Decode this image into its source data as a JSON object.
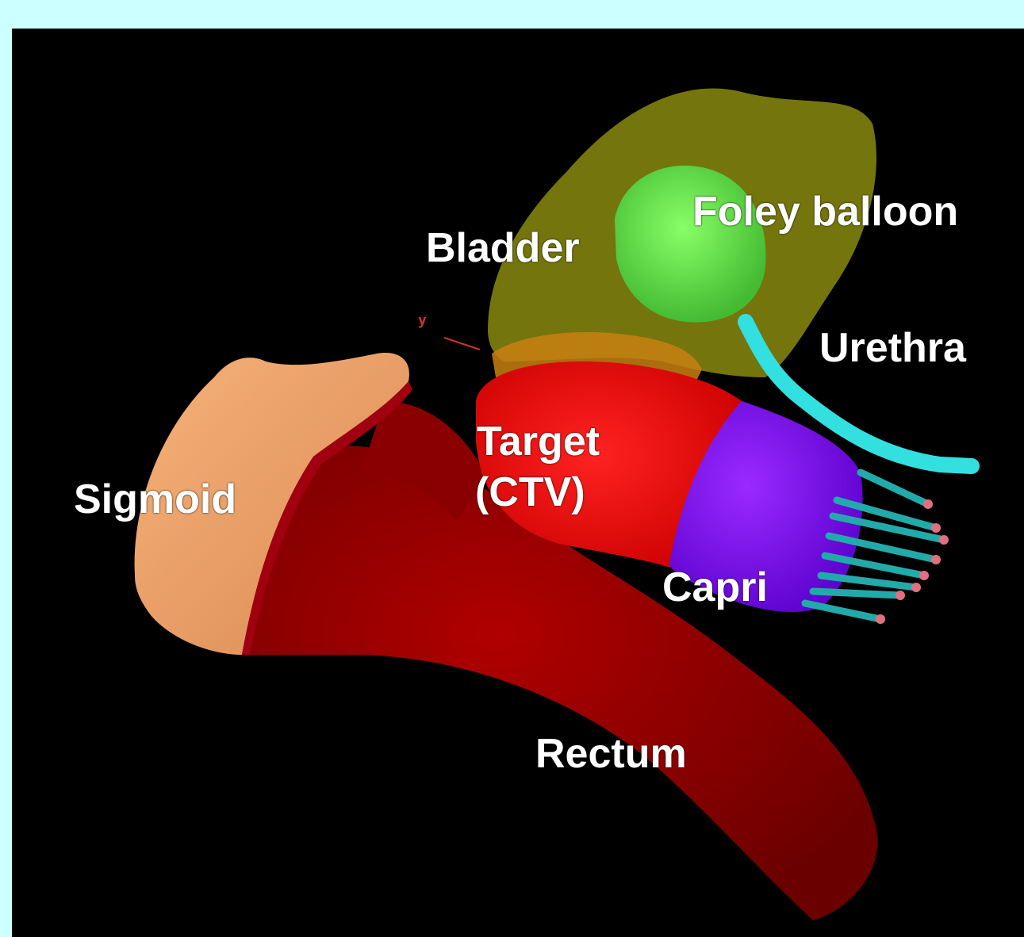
{
  "labels": {
    "foley_balloon": "Foley balloon",
    "bladder": "Bladder",
    "urethra": "Urethra",
    "target_line1": "Target",
    "target_line2": "(CTV)",
    "sigmoid": "Sigmoid",
    "capri": "Capri",
    "rectum": "Rectum",
    "axis_y": "y"
  },
  "colors": {
    "page_background": "#ccffff",
    "viewport_background": "#000000",
    "bladder": "#8a8a10",
    "foley_balloon": "#66ee44",
    "urethra": "#33e0e0",
    "target": "#ff1a1a",
    "sigmoid": "#f2a066",
    "rectum": "#990000",
    "capri": "#7a10ee",
    "catheters": "#22aaaa",
    "catheter_tips": "#e07080"
  }
}
